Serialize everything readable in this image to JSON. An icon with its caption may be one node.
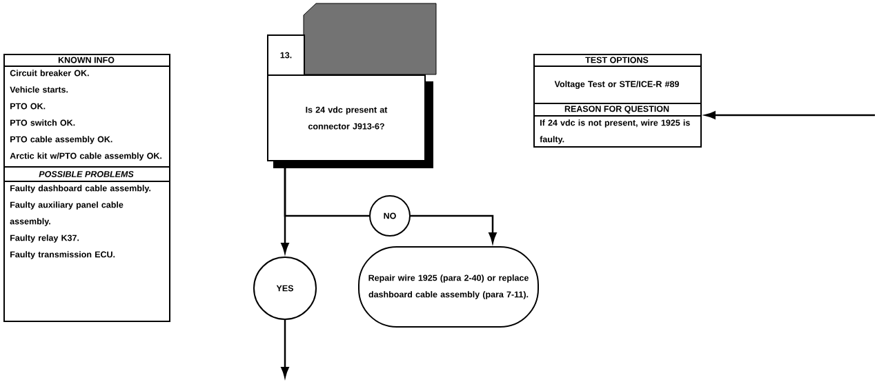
{
  "diagram": {
    "nodes": [
      {
        "text": [
          "KNOWN INFO",
          "Circuit breaker OK.",
          "Vehicle starts.",
          "PTO OK.",
          "PTO switch OK.",
          "PTO cable assembly OK.",
          "Arctic kit w/PTO cable assembly OK.",
          "POSSIBLE PROBLEMS",
          "Faulty dashboard cable assembly.",
          "Faulty auxiliary panel cable assembly.",
          "Faulty relay K37.",
          "Faulty transmission ECU."
        ]
      },
      {
        "text": [
          "13.",
          "Is 24 vdc present at connector J913-6?"
        ]
      },
      {
        "text": [
          "TEST OPTIONS",
          "Voltage Test or STE/ICE-R #89",
          "REASON FOR QUESTION",
          "If 24 vdc is not present, wire 1925 is faulty."
        ]
      },
      {
        "text": [
          "NO"
        ]
      },
      {
        "text": [
          "YES"
        ]
      },
      {
        "text": [
          "Repair wire 1925 (para 2-40) or replace dashboard cable assembly (para 7-11)."
        ]
      }
    ],
    "edges": [
      {
        "from": 1,
        "to": 3,
        "arrow": "none"
      },
      {
        "from": 3,
        "to": 5,
        "arrow": "to"
      },
      {
        "from": 1,
        "to": 4,
        "arrow": "to"
      },
      {
        "from": 4,
        "to": null,
        "arrow": "to"
      },
      {
        "from": null,
        "to": 2,
        "arrow": "to"
      }
    ]
  }
}
